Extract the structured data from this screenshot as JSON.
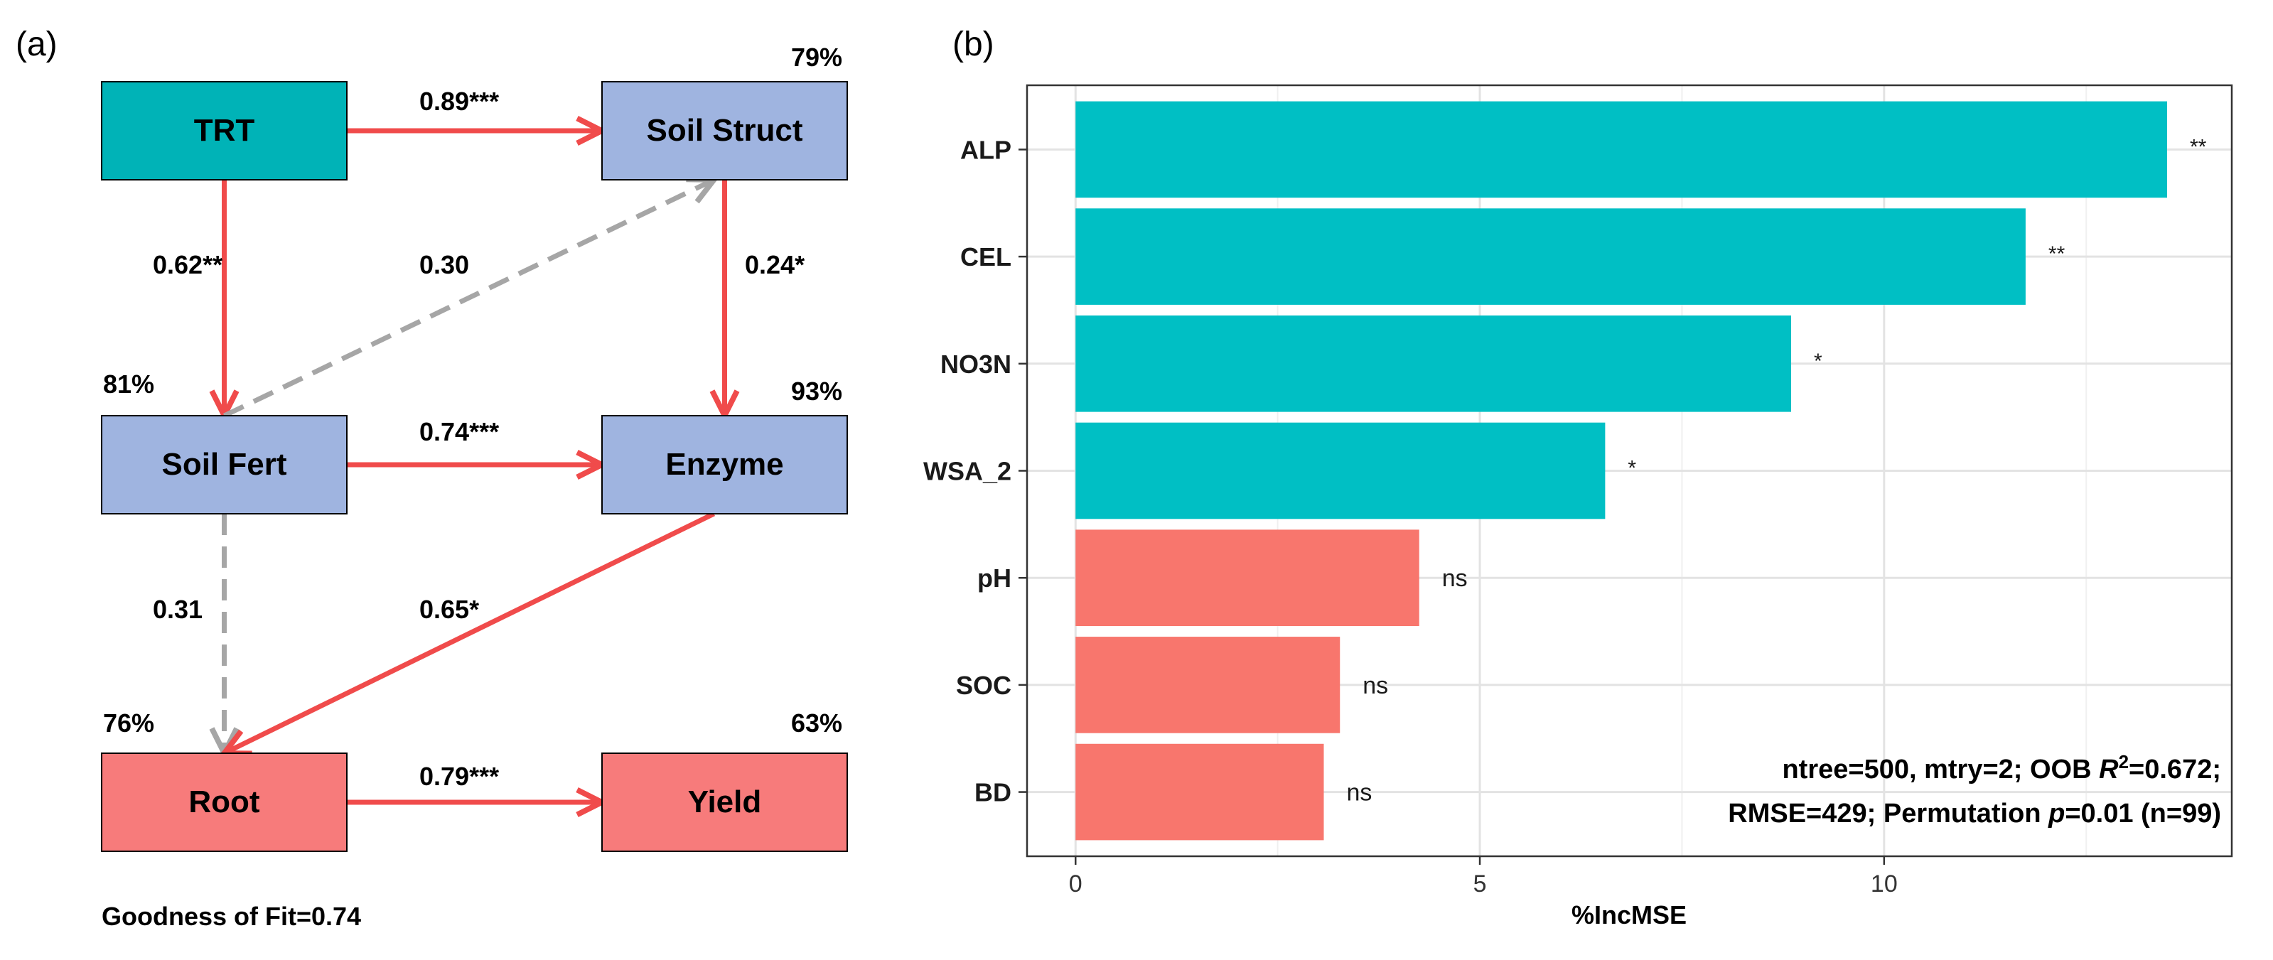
{
  "panel_a": {
    "label": "(a)",
    "nodes": [
      {
        "id": "trt",
        "label": "TRT",
        "r2": "",
        "color": "#00b3b7"
      },
      {
        "id": "soil-struct",
        "label": "Soil Struct",
        "r2": "79%",
        "color": "#9fb4e0"
      },
      {
        "id": "soil-fert",
        "label": "Soil Fert",
        "r2": "81%",
        "color": "#9fb4e0"
      },
      {
        "id": "enzyme",
        "label": "Enzyme",
        "r2": "93%",
        "color": "#9fb4e0"
      },
      {
        "id": "root",
        "label": "Root",
        "r2": "76%",
        "color": "#f77b7b"
      },
      {
        "id": "yield",
        "label": "Yield",
        "r2": "63%",
        "color": "#f77b7b"
      }
    ],
    "paths": [
      {
        "from": "trt",
        "to": "soil-struct",
        "coef": "0.89***",
        "significant": true
      },
      {
        "from": "trt",
        "to": "soil-fert",
        "coef": "0.62**",
        "significant": true
      },
      {
        "from": "soil-fert",
        "to": "soil-struct",
        "coef": "0.30",
        "significant": false
      },
      {
        "from": "soil-struct",
        "to": "enzyme",
        "coef": "0.24*",
        "significant": true
      },
      {
        "from": "soil-fert",
        "to": "enzyme",
        "coef": "0.74***",
        "significant": true
      },
      {
        "from": "soil-fert",
        "to": "root",
        "coef": "0.31",
        "significant": false
      },
      {
        "from": "enzyme",
        "to": "root",
        "coef": "0.65*",
        "significant": true
      },
      {
        "from": "root",
        "to": "yield",
        "coef": "0.79***",
        "significant": true
      }
    ],
    "fit_label": "Goodness of Fit=0.74",
    "colors": {
      "significant": "#f04b4b",
      "non_significant": "#a6a6a6"
    }
  },
  "chart_data": {
    "type": "bar",
    "panel_label": "(b)",
    "orientation": "horizontal",
    "categories": [
      "ALP",
      "CEL",
      "NO3N",
      "WSA_2",
      "pH",
      "SOC",
      "BD"
    ],
    "values": [
      13.5,
      11.75,
      8.85,
      6.55,
      4.25,
      3.27,
      3.07
    ],
    "significance": [
      "**",
      "**",
      "*",
      "*",
      "ns",
      "ns",
      "ns"
    ],
    "bar_colors": [
      "#00bfc4",
      "#00bfc4",
      "#00bfc4",
      "#00bfc4",
      "#f8766d",
      "#f8766d",
      "#f8766d"
    ],
    "xlabel": "%IncMSE",
    "ylabel": "",
    "xlim": [
      -0.6,
      14.3
    ],
    "xticks": [
      0,
      5,
      10
    ],
    "grid": true,
    "annotation": {
      "line1_prefix": "ntree=500, mtry=2;  OOB ",
      "line1_r": "R",
      "line1_sup": "2",
      "line1_suffix": "=0.672;",
      "line2_prefix": "RMSE=429; Permutation ",
      "line2_p": "p",
      "line2_suffix": "=0.01 (n=99)"
    }
  }
}
